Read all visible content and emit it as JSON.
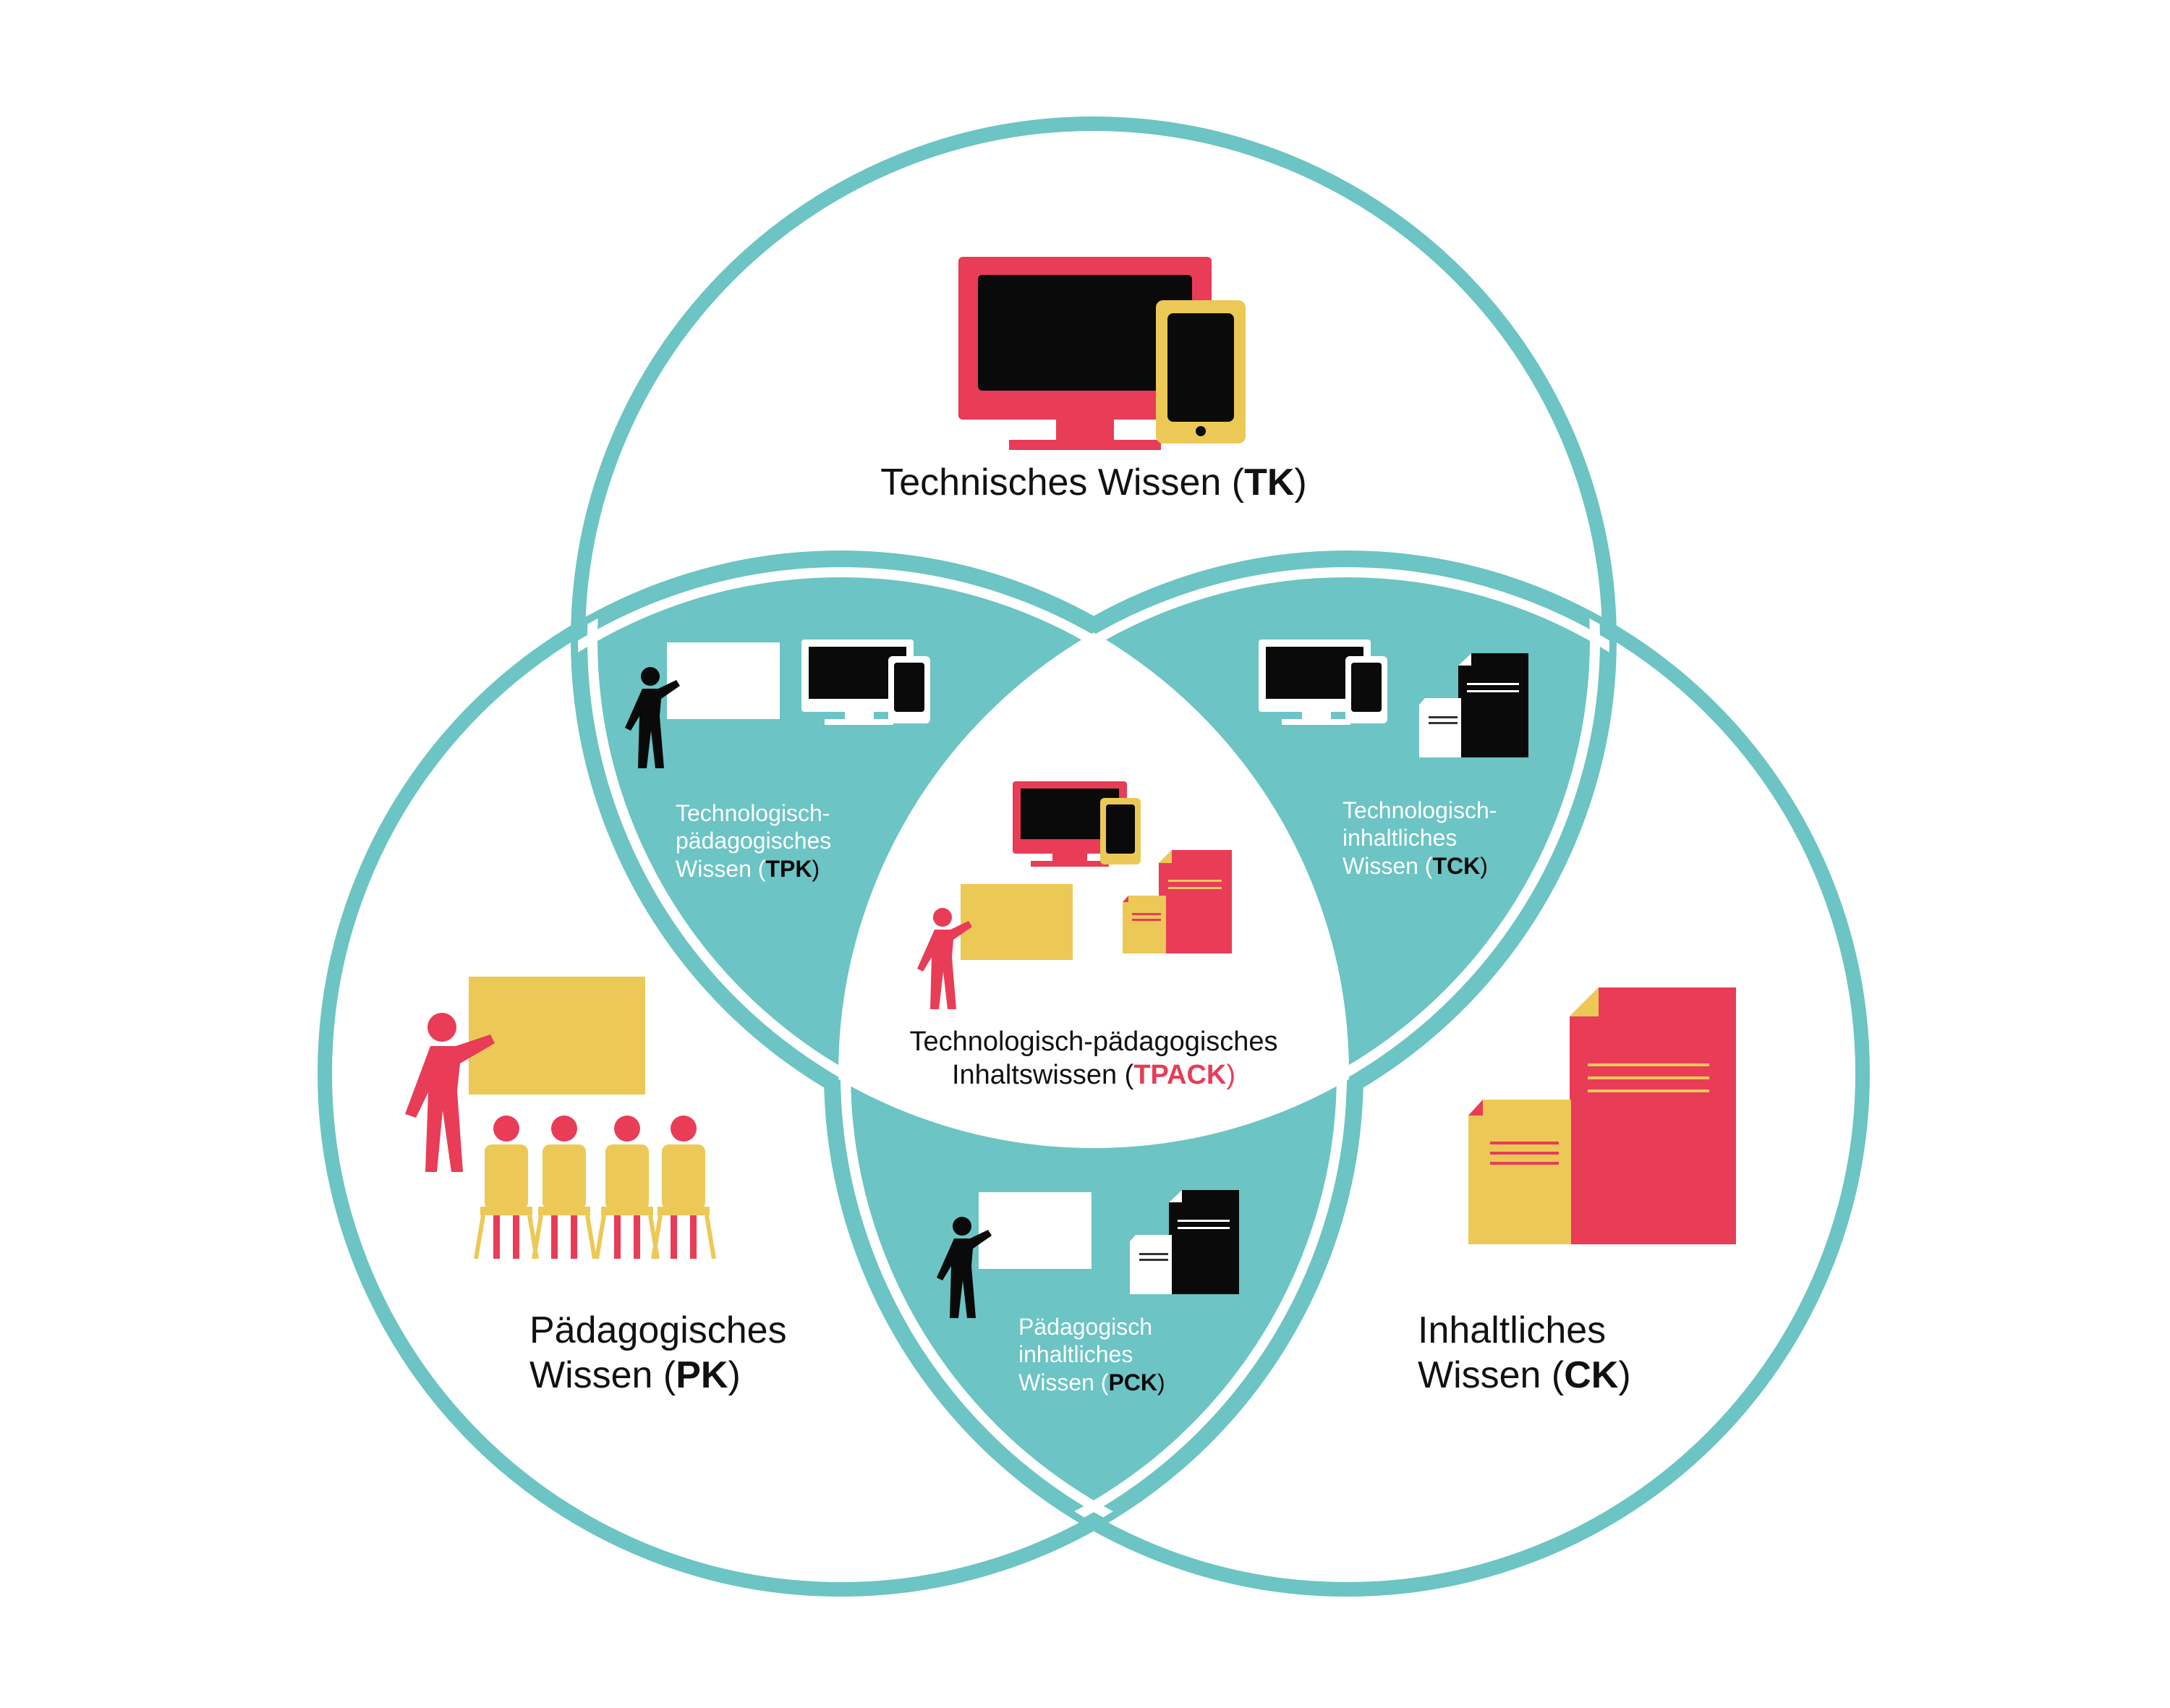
{
  "colors": {
    "teal": "#6cc4c4",
    "red": "#e83c57",
    "yellow": "#ecc957",
    "black": "#0a0a0a",
    "white": "#ffffff"
  },
  "labels": {
    "tk": {
      "text": "Technisches Wissen (",
      "abbr": "TK",
      "close": ")"
    },
    "pk": {
      "line1": "Pädagogisches",
      "line2": "Wissen (",
      "abbr": "PK",
      "close": ")"
    },
    "ck": {
      "line1": "Inhaltliches",
      "line2": "Wissen (",
      "abbr": "CK",
      "close": ")"
    },
    "tpk": {
      "line1": "Technologisch-",
      "line2": "pädagogisches",
      "line3": "Wissen (",
      "abbr": "TPK",
      "close": ")"
    },
    "tck": {
      "line1": "Technologisch-",
      "line2": "inhaltliches",
      "line3": "Wissen (",
      "abbr": "TCK",
      "close": ")"
    },
    "pck": {
      "line1": "Pädagogisch",
      "line2": "inhaltliches",
      "line3": "Wissen (",
      "abbr": "PCK",
      "close": ")"
    },
    "tpack": {
      "line1": "Technologisch-pädagogisches",
      "line2": "Inhaltswissen (",
      "abbr": "TPACK",
      "close": ")"
    }
  },
  "icons": {
    "tk": [
      "monitor-icon",
      "tablet-icon"
    ],
    "pk": [
      "teacher-board-icon",
      "students-icon"
    ],
    "ck": [
      "documents-icon"
    ],
    "tpk": [
      "teacher-board-icon",
      "devices-icon"
    ],
    "tck": [
      "devices-icon",
      "documents-icon"
    ],
    "pck": [
      "teacher-board-icon",
      "documents-icon"
    ],
    "tpack": [
      "devices-icon",
      "teacher-board-icon",
      "documents-icon"
    ]
  }
}
